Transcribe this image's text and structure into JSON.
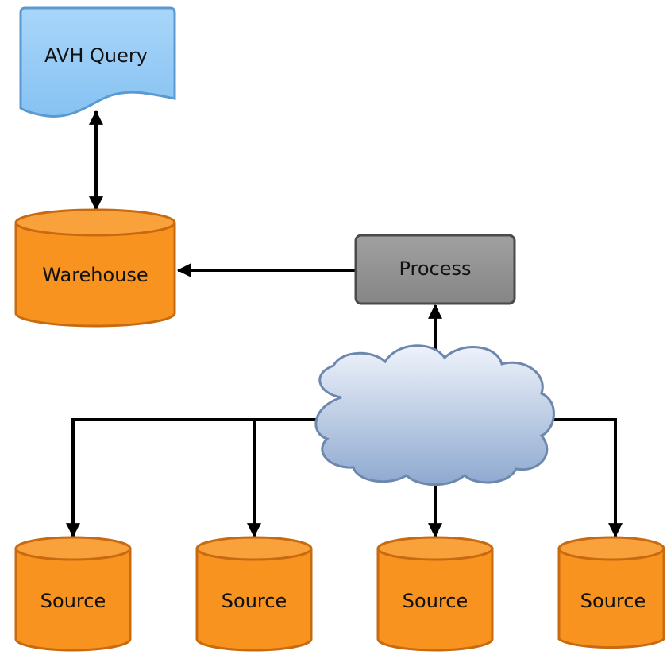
{
  "nodes": {
    "query": {
      "label": "AVH Query"
    },
    "warehouse": {
      "label": "Warehouse"
    },
    "process": {
      "label": "Process"
    },
    "sources": [
      {
        "label": "Source"
      },
      {
        "label": "Source"
      },
      {
        "label": "Source"
      },
      {
        "label": "Source"
      }
    ]
  },
  "edges": [
    {
      "from": "query",
      "to": "warehouse",
      "style": "bidirectional"
    },
    {
      "from": "process",
      "to": "warehouse",
      "style": "arrow"
    },
    {
      "from": "network-cloud",
      "to": "process",
      "style": "arrow"
    },
    {
      "from": "network-cloud",
      "to": "source-1",
      "style": "arrow"
    },
    {
      "from": "network-cloud",
      "to": "source-2",
      "style": "arrow"
    },
    {
      "from": "network-cloud",
      "to": "source-3",
      "style": "arrow"
    },
    {
      "from": "network-cloud",
      "to": "source-4",
      "style": "arrow"
    }
  ],
  "colors": {
    "cylinder_fill": "#f7931e",
    "cylinder_stroke": "#c86a10",
    "document_fill": "#9ed0f7",
    "document_stroke": "#5a9ad0",
    "process_fill": "#8f8f8f",
    "process_stroke": "#4a4a4a",
    "cloud_fill_top": "#e6eef8",
    "cloud_fill_bottom": "#92acd0",
    "cloud_stroke": "#6e88ad",
    "edge": "#000000"
  }
}
